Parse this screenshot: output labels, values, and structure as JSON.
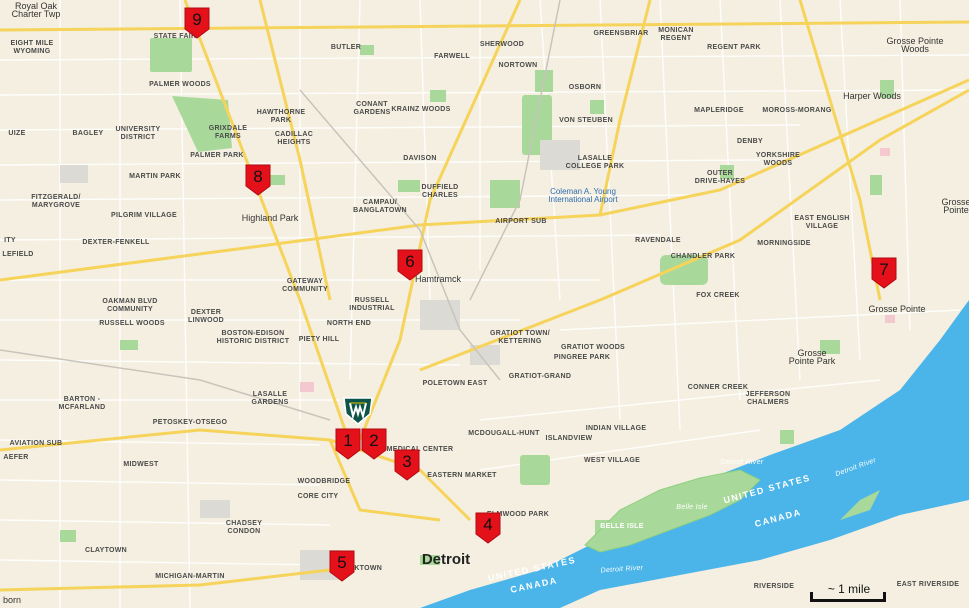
{
  "map": {
    "neighborhoods": [
      {
        "id": "royal-oak-charter-twp",
        "text": "Royal Oak\nCharter Twp",
        "cls": "city"
      },
      {
        "id": "eight-mile-wyoming",
        "text": "EIGHT MILE\nWYOMING",
        "cls": ""
      },
      {
        "id": "state-fair",
        "text": "STATE FAIR",
        "cls": ""
      },
      {
        "id": "butler",
        "text": "BUTLER",
        "cls": ""
      },
      {
        "id": "farwell",
        "text": "FARWELL",
        "cls": ""
      },
      {
        "id": "sherwood",
        "text": "SHERWOOD",
        "cls": ""
      },
      {
        "id": "nortown",
        "text": "NORTOWN",
        "cls": ""
      },
      {
        "id": "greensbriar",
        "text": "GREENSBRIAR",
        "cls": ""
      },
      {
        "id": "monican-regent",
        "text": "MONICAN\nREGENT",
        "cls": ""
      },
      {
        "id": "regent-park",
        "text": "REGENT PARK",
        "cls": ""
      },
      {
        "id": "grosse-pointe-woods",
        "text": "Grosse Pointe\nWoods",
        "cls": "city"
      },
      {
        "id": "palmer-woods",
        "text": "PALMER WOODS",
        "cls": ""
      },
      {
        "id": "osborn",
        "text": "OSBORN",
        "cls": ""
      },
      {
        "id": "harper-woods",
        "text": "Harper Woods",
        "cls": "city"
      },
      {
        "id": "hawthorne-park",
        "text": "HAWTHORNE\nPARK",
        "cls": ""
      },
      {
        "id": "conant-gardens",
        "text": "CONANT\nGARDENS",
        "cls": ""
      },
      {
        "id": "krainz-woods",
        "text": "KRAINZ WOODS",
        "cls": ""
      },
      {
        "id": "mapleridge",
        "text": "MAPLERIDGE",
        "cls": ""
      },
      {
        "id": "moross-morang",
        "text": "MOROSS-MORANG",
        "cls": ""
      },
      {
        "id": "uize",
        "text": "UIZE",
        "cls": ""
      },
      {
        "id": "bagley",
        "text": "BAGLEY",
        "cls": ""
      },
      {
        "id": "university-district",
        "text": "UNIVERSITY\nDISTRICT",
        "cls": ""
      },
      {
        "id": "grixdale-farms",
        "text": "GRIXDALE\nFARMS",
        "cls": ""
      },
      {
        "id": "cadillac-heights",
        "text": "CADILLAC\nHEIGHTS",
        "cls": ""
      },
      {
        "id": "von-steuben",
        "text": "VON STEUBEN",
        "cls": ""
      },
      {
        "id": "denby",
        "text": "DENBY",
        "cls": ""
      },
      {
        "id": "palmer-park",
        "text": "PALMER PARK",
        "cls": ""
      },
      {
        "id": "davison",
        "text": "DAVISON",
        "cls": ""
      },
      {
        "id": "lasalle-college-park",
        "text": "LASALLE\nCOLLEGE PARK",
        "cls": ""
      },
      {
        "id": "yorkshire-woods",
        "text": "YORKSHIRE\nWOODS",
        "cls": ""
      },
      {
        "id": "outer-drive-hayes",
        "text": "OUTER\nDRIVE-HAYES",
        "cls": ""
      },
      {
        "id": "martin-park",
        "text": "MARTIN PARK",
        "cls": ""
      },
      {
        "id": "duffield-charles",
        "text": "DUFFIELD\nCHARLES",
        "cls": ""
      },
      {
        "id": "coleman-airport",
        "text": "Coleman A. Young\nInternational Airport",
        "cls": "blue"
      },
      {
        "id": "fitzgerald-marygrove",
        "text": "FITZGERALD/\nMARYGROVE",
        "cls": ""
      },
      {
        "id": "pilgrim-village",
        "text": "PILGRIM VILLAGE",
        "cls": ""
      },
      {
        "id": "campau-banglatown",
        "text": "CAMPAU/\nBANGLATOWN",
        "cls": ""
      },
      {
        "id": "highland-park",
        "text": "Highland Park",
        "cls": "city"
      },
      {
        "id": "airport-sub",
        "text": "AIRPORT SUB",
        "cls": ""
      },
      {
        "id": "east-english-village",
        "text": "EAST ENGLISH\nVILLAGE",
        "cls": ""
      },
      {
        "id": "grosse-pointe-farms-partial",
        "text": "Grosse\nPointe",
        "cls": "city"
      },
      {
        "id": "dexter-fenkell",
        "text": "DEXTER-FENKELL",
        "cls": ""
      },
      {
        "id": "ravendale",
        "text": "RAVENDALE",
        "cls": ""
      },
      {
        "id": "morningside",
        "text": "MORNINGSIDE",
        "cls": ""
      },
      {
        "id": "city-partial",
        "text": "ITY",
        "cls": ""
      },
      {
        "id": "elfield-partial",
        "text": "LEFIELD",
        "cls": ""
      },
      {
        "id": "chandler-park",
        "text": "CHANDLER PARK",
        "cls": ""
      },
      {
        "id": "hamtramck",
        "text": "Hamtramck",
        "cls": "city"
      },
      {
        "id": "gateway-community",
        "text": "GATEWAY\nCOMMUNITY",
        "cls": ""
      },
      {
        "id": "fox-creek",
        "text": "FOX CREEK",
        "cls": ""
      },
      {
        "id": "grosse-pointe",
        "text": "Grosse Pointe",
        "cls": "city"
      },
      {
        "id": "oakman-blvd-community",
        "text": "OAKMAN BLVD\nCOMMUNITY",
        "cls": ""
      },
      {
        "id": "russell-industrial",
        "text": "RUSSELL\nINDUSTRIAL",
        "cls": ""
      },
      {
        "id": "russell-woods",
        "text": "RUSSELL WOODS",
        "cls": ""
      },
      {
        "id": "dexter-linwood",
        "text": "DEXTER\nLINWOOD",
        "cls": ""
      },
      {
        "id": "north-end",
        "text": "NORTH END",
        "cls": ""
      },
      {
        "id": "gratiot-town-kettering",
        "text": "GRATIOT TOWN/\nKETTERING",
        "cls": ""
      },
      {
        "id": "boston-edison",
        "text": "BOSTON-EDISON\nHISTORIC DISTRICT",
        "cls": ""
      },
      {
        "id": "piety-hill",
        "text": "PIETY HILL",
        "cls": ""
      },
      {
        "id": "gratiot-woods",
        "text": "GRATIOT WOODS",
        "cls": ""
      },
      {
        "id": "pingree-park",
        "text": "PINGREE PARK",
        "cls": ""
      },
      {
        "id": "grosse-pointe-park",
        "text": "Grosse\nPointe Park",
        "cls": "city"
      },
      {
        "id": "gratiot-grand",
        "text": "GRATIOT-GRAND",
        "cls": ""
      },
      {
        "id": "poletown-east",
        "text": "POLETOWN EAST",
        "cls": ""
      },
      {
        "id": "conner-creek",
        "text": "CONNER CREEK",
        "cls": ""
      },
      {
        "id": "jefferson-chalmers",
        "text": "JEFFERSON\nCHALMERS",
        "cls": ""
      },
      {
        "id": "barton-mcfarland",
        "text": "BARTON -\nMCFARLAND",
        "cls": ""
      },
      {
        "id": "lasalle-gardens",
        "text": "LASALLE\nGARDENS",
        "cls": ""
      },
      {
        "id": "petoskey-otsego",
        "text": "PETOSKEY-OTSEGO",
        "cls": ""
      },
      {
        "id": "indian-village",
        "text": "INDIAN VILLAGE",
        "cls": ""
      },
      {
        "id": "aviation-sub",
        "text": "AVIATION SUB",
        "cls": ""
      },
      {
        "id": "mcdougall-hunt",
        "text": "MCDOUGALL-HUNT",
        "cls": ""
      },
      {
        "id": "islandview",
        "text": "ISLANDVIEW",
        "cls": ""
      },
      {
        "id": "medical-center",
        "text": "MEDICAL CENTER",
        "cls": ""
      },
      {
        "id": "aefer-partial",
        "text": "AEFER",
        "cls": ""
      },
      {
        "id": "midwest",
        "text": "MIDWEST",
        "cls": ""
      },
      {
        "id": "west-village",
        "text": "WEST VILLAGE",
        "cls": ""
      },
      {
        "id": "eastern-market",
        "text": "EASTERN MARKET",
        "cls": ""
      },
      {
        "id": "woodbridge",
        "text": "WOODBRIDGE",
        "cls": ""
      },
      {
        "id": "core-city",
        "text": "CORE CITY",
        "cls": ""
      },
      {
        "id": "elmwood-park",
        "text": "ELMWOOD PARK",
        "cls": ""
      },
      {
        "id": "chadsey-condon",
        "text": "CHADSEY\nCONDON",
        "cls": ""
      },
      {
        "id": "claytown",
        "text": "CLAYTOWN",
        "cls": ""
      },
      {
        "id": "detroit",
        "text": "Detroit",
        "cls": "big"
      },
      {
        "id": "corktown",
        "text": "CORKTOWN",
        "cls": ""
      },
      {
        "id": "michigan-martin",
        "text": "MICHIGAN-MARTIN",
        "cls": ""
      },
      {
        "id": "riverside",
        "text": "RIVERSIDE",
        "cls": ""
      },
      {
        "id": "east-riverside",
        "text": "EAST RIVERSIDE",
        "cls": ""
      },
      {
        "id": "born-partial",
        "text": "born",
        "cls": "city"
      }
    ],
    "water_labels": [
      {
        "id": "detroit-river-label-1",
        "text": "Detroit River",
        "cls": "water"
      },
      {
        "id": "detroit-river-label-2",
        "text": "Detroit River",
        "cls": "water"
      },
      {
        "id": "detroit-river-label-3",
        "text": "Detroit River",
        "cls": "water"
      },
      {
        "id": "belle-isle",
        "text": "BELLE ISLE",
        "cls": "island"
      },
      {
        "id": "belle-isle-park",
        "text": "Belle Isle",
        "cls": "water"
      },
      {
        "id": "united-states-1",
        "text": "UNITED STATES",
        "cls": "country"
      },
      {
        "id": "canada-1",
        "text": "CANADA",
        "cls": "country"
      },
      {
        "id": "united-states-2",
        "text": "UNITED STATES",
        "cls": "country"
      },
      {
        "id": "canada-2",
        "text": "CANADA",
        "cls": "country"
      }
    ],
    "markers": [
      {
        "id": "marker-1",
        "label": "1",
        "color": "#e4111b"
      },
      {
        "id": "marker-2",
        "label": "2",
        "color": "#e4111b"
      },
      {
        "id": "marker-3",
        "label": "3",
        "color": "#e4111b"
      },
      {
        "id": "marker-4",
        "label": "4",
        "color": "#e4111b"
      },
      {
        "id": "marker-5",
        "label": "5",
        "color": "#e4111b"
      },
      {
        "id": "marker-6",
        "label": "6",
        "color": "#e4111b"
      },
      {
        "id": "marker-7",
        "label": "7",
        "color": "#e4111b"
      },
      {
        "id": "marker-8",
        "label": "8",
        "color": "#e4111b"
      },
      {
        "id": "marker-9",
        "label": "9",
        "color": "#e4111b"
      }
    ],
    "scale_bar": {
      "label": "~ 1 mile"
    },
    "colors": {
      "land": "#f4efe0",
      "water": "#4bb5ea",
      "park": "#a9d99a",
      "highway": "#f6d35a",
      "road": "#ffffff",
      "marker": "#e4111b",
      "logo": "#0c5449"
    },
    "logo_icon": "wayne-state-w-shield"
  }
}
